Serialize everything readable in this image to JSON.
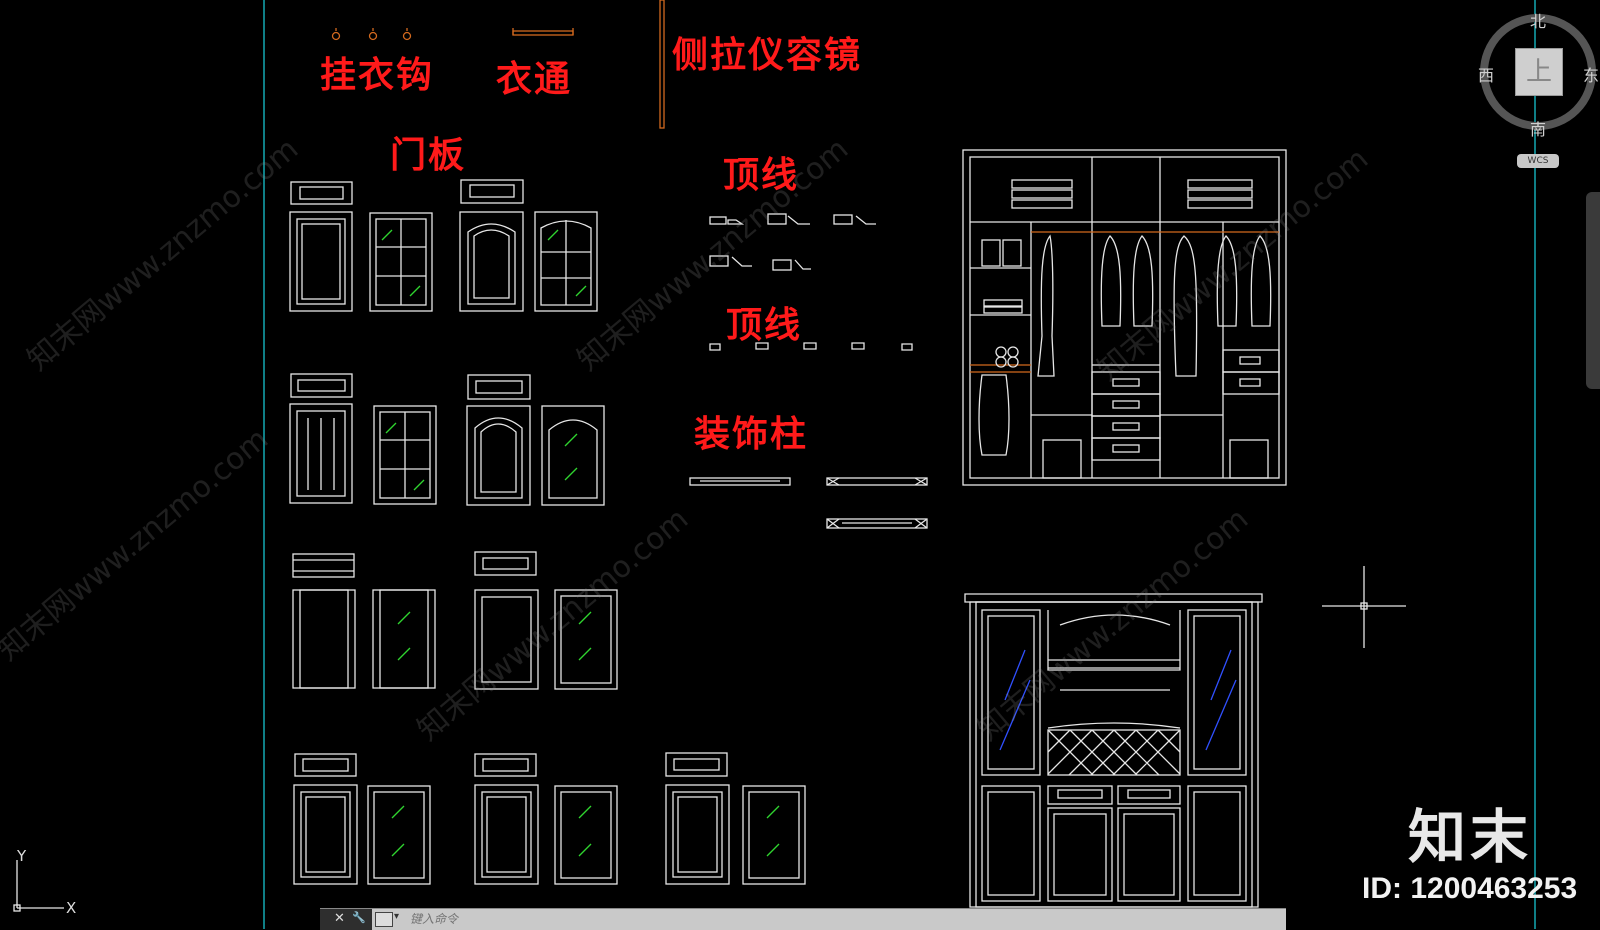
{
  "labels": {
    "hooks": "挂衣钩",
    "rail": "衣通",
    "mirror": "侧拉仪容镜",
    "door": "门板",
    "crown1": "顶线",
    "crown2": "顶线",
    "column": "装饰柱"
  },
  "compass": {
    "north": "北",
    "south": "南",
    "east": "东",
    "west": "西",
    "top_button": "上",
    "wcs": "WCS"
  },
  "ucs": {
    "x": "X",
    "y": "Y"
  },
  "command_line": {
    "placeholder": "键入命令",
    "close_glyph": "✕",
    "settings_glyph": "🔧"
  },
  "brand": {
    "logo": "知末",
    "id": "ID: 1200463253",
    "watermark": "知末网www.znzmo.com"
  },
  "colors": {
    "label_red": "#ff1a1a",
    "line": "#e6e6e6",
    "guide": "#0f7f86",
    "accent_orange": "#d2691e",
    "glass_green": "#2fd52f",
    "glass_blue": "#3050ff"
  }
}
